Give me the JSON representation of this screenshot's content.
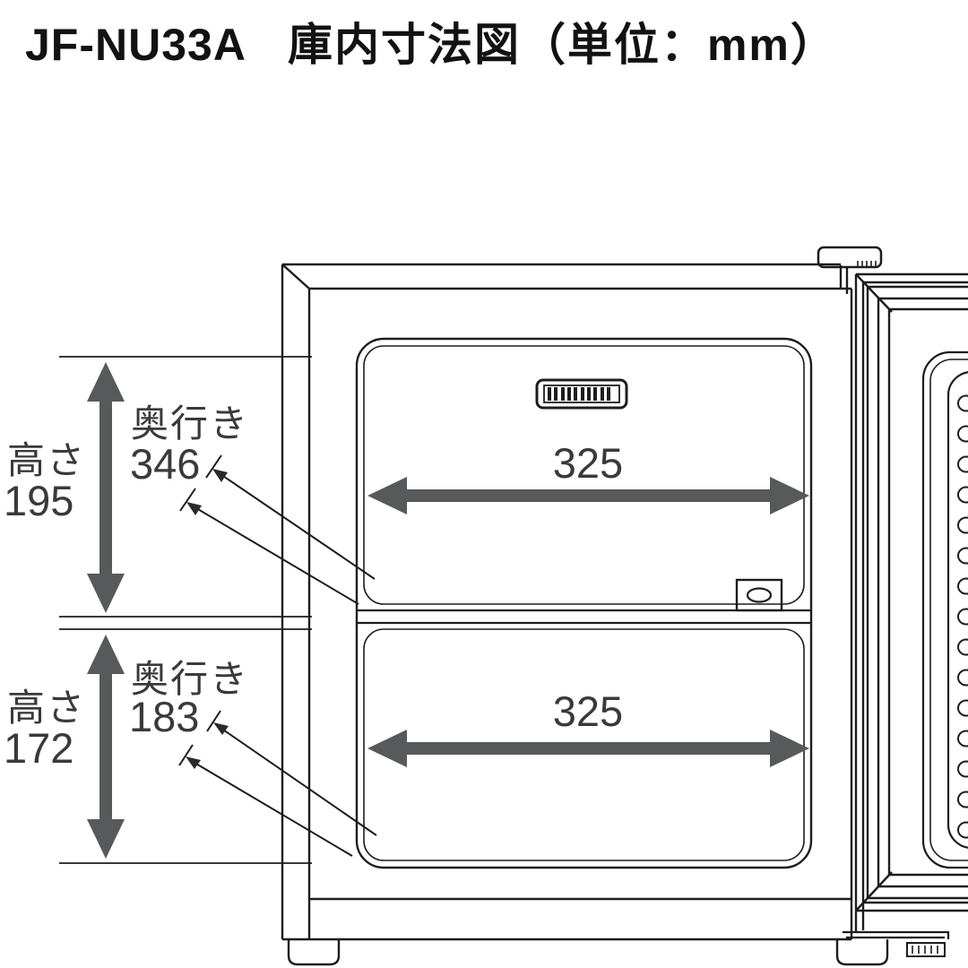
{
  "header": {
    "model": "JF-NU33A",
    "diagram_title": "庫内寸法図（単位：mm）"
  },
  "compartments": {
    "upper": {
      "height_label": "高さ",
      "height_value": "195",
      "depth_label": "奥行き",
      "depth_value": "346",
      "width_value": "325"
    },
    "lower": {
      "height_label": "高さ",
      "height_value": "172",
      "depth_label": "奥行き",
      "depth_value": "183",
      "width_value": "325"
    }
  },
  "colors": {
    "line": "#1d1d1d",
    "dimension_arrow": "#58595b",
    "dimension_text": "#3a3a3a",
    "background": "#ffffff"
  }
}
